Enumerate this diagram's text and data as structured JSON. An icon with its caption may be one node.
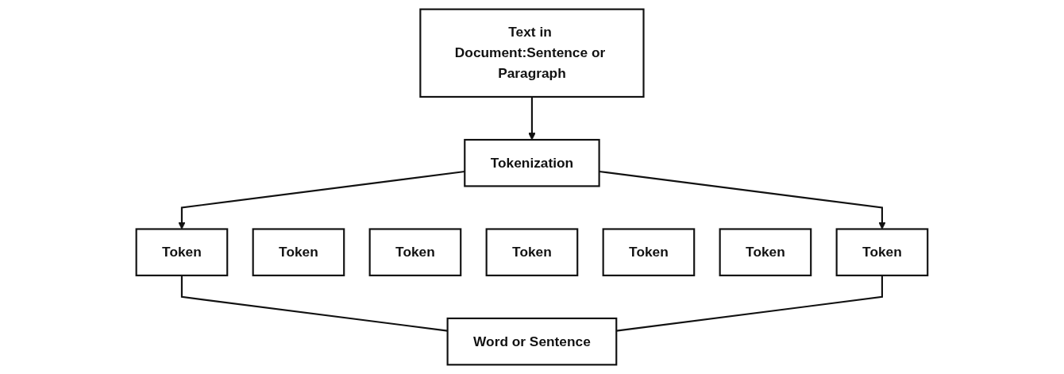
{
  "diagram": {
    "nodes": [
      {
        "text": [
          "Text in Document:Sentence or Paragraph"
        ]
      },
      {
        "text": [
          "Tokenization"
        ]
      },
      {
        "text": [
          "Token"
        ]
      },
      {
        "text": [
          "Token"
        ]
      },
      {
        "text": [
          "Token"
        ]
      },
      {
        "text": [
          "Token"
        ]
      },
      {
        "text": [
          "Token"
        ]
      },
      {
        "text": [
          "Token"
        ]
      },
      {
        "text": [
          "Token"
        ]
      },
      {
        "text": [
          "Word or Sentence"
        ]
      }
    ],
    "edges": [
      {
        "from": 0,
        "to": 1,
        "arrow": "to"
      },
      {
        "from": 1,
        "to": 2,
        "arrow": "to"
      },
      {
        "from": 1,
        "to": 8,
        "arrow": "to"
      },
      {
        "from": 2,
        "to": 9,
        "arrow": "none"
      },
      {
        "from": 8,
        "to": 9,
        "arrow": "none"
      }
    ]
  }
}
